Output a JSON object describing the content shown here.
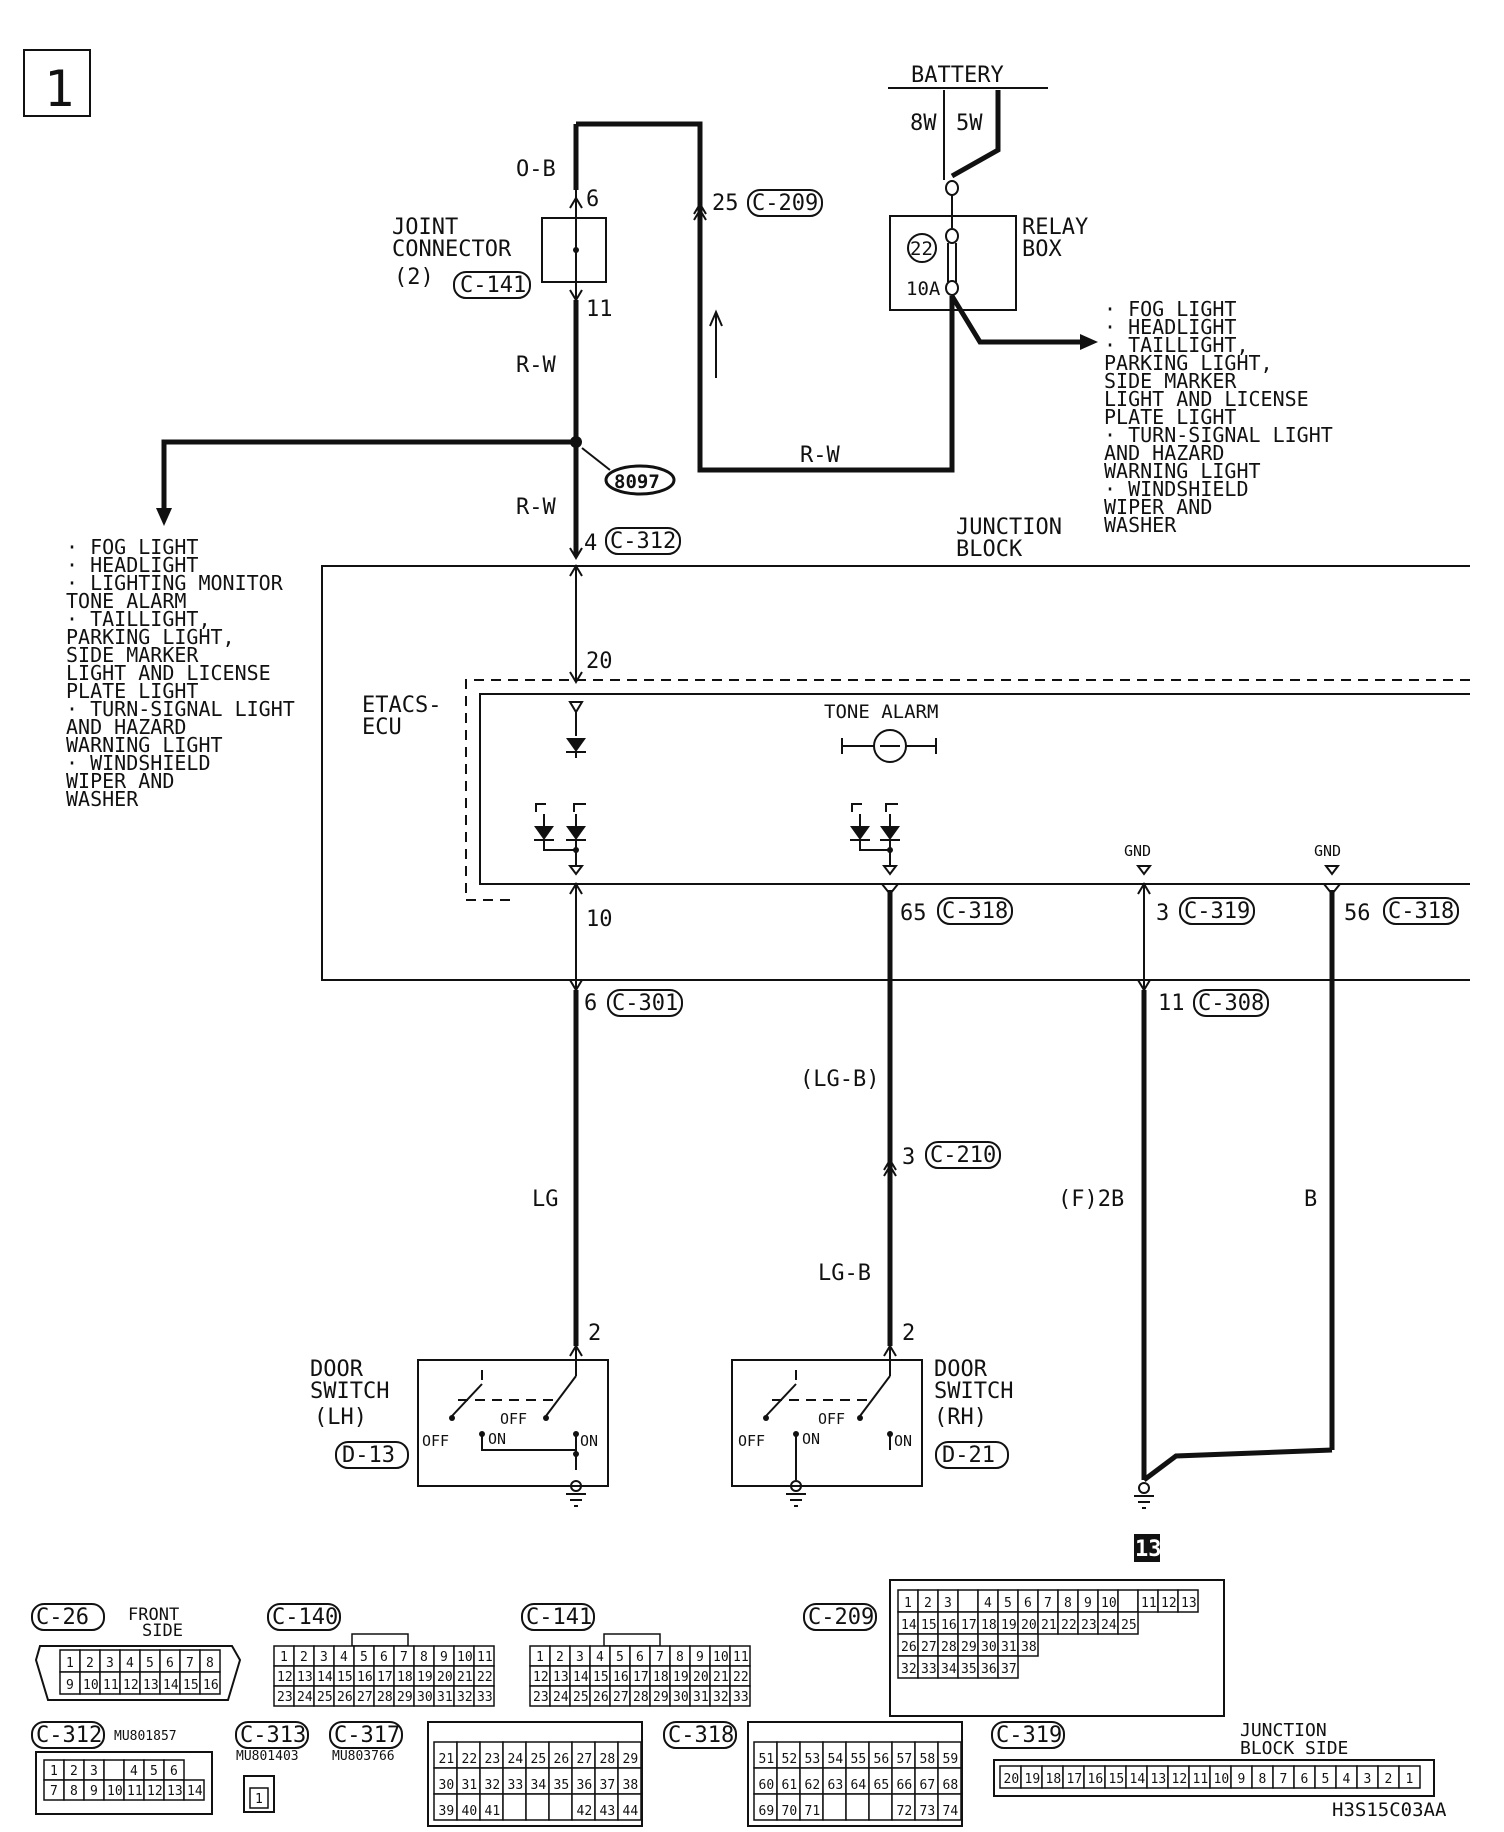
{
  "page_number": "1",
  "battery": {
    "label": "BATTERY",
    "wire_a": "8W",
    "wire_b": "5W"
  },
  "relay_box": {
    "label_1": "RELAY",
    "label_2": "BOX",
    "fuse_no": "22",
    "fuse_rating": "10A"
  },
  "joint_connector": {
    "label_1": "JOINT",
    "label_2": "CONNECTOR",
    "label_3": "(2)",
    "connector": "C-141",
    "pin_top": "6",
    "pin_bottom": "11"
  },
  "wires": {
    "ob": "O-B",
    "rw_top": "R-W",
    "rw_bottom": "R-W",
    "rw_right": "R-W",
    "lg": "LG",
    "lgb_paren": "(LG-B)",
    "lgb": "LG-B",
    "f2b": "(F)2B",
    "b": "B"
  },
  "splice": "8097",
  "connectors": {
    "c209_pin": "25",
    "c209": "C-209",
    "c312_pin": "4",
    "c312": "C-312",
    "etacs_pin": "20",
    "pin_10": "10",
    "c318a_pin": "65",
    "c318a": "C-318",
    "c319_pin": "3",
    "c319": "C-319",
    "c318b_pin": "56",
    "c318b": "C-318",
    "c301_pin": "6",
    "c301": "C-301",
    "c308_pin": "11",
    "c308": "C-308",
    "c210_pin": "3",
    "c210": "C-210"
  },
  "relay_outputs": [
    [
      "· FOG LIGHT"
    ],
    [
      "· HEADLIGHT"
    ],
    [
      "· TAILLIGHT,",
      "  PARKING LIGHT,",
      "  SIDE MARKER",
      "  LIGHT AND LICENSE",
      "  PLATE LIGHT"
    ],
    [
      "· TURN-SIGNAL LIGHT",
      "  AND HAZARD",
      "  WARNING LIGHT"
    ],
    [
      "· WINDSHIELD",
      "  WIPER AND",
      "  WASHER"
    ]
  ],
  "left_outputs": [
    [
      "· FOG LIGHT"
    ],
    [
      "· HEADLIGHT"
    ],
    [
      "· LIGHTING MONITOR",
      "  TONE ALARM"
    ],
    [
      "· TAILLIGHT,",
      "  PARKING LIGHT,",
      "  SIDE MARKER",
      "  LIGHT AND LICENSE",
      "  PLATE LIGHT"
    ],
    [
      "· TURN-SIGNAL LIGHT",
      "  AND HAZARD",
      "  WARNING LIGHT"
    ],
    [
      "· WINDSHIELD",
      "  WIPER AND",
      "  WASHER"
    ]
  ],
  "junction_block": {
    "label_1": "JUNCTION",
    "label_2": "BLOCK"
  },
  "etacs": {
    "label_1": "ETACS-",
    "label_2": "ECU",
    "tone_alarm": "TONE ALARM",
    "gnd_1": "GND",
    "gnd_2": "GND"
  },
  "door_lh": {
    "label_1": "DOOR",
    "label_2": "SWITCH",
    "label_3": "(LH)",
    "connector": "D-13",
    "pin": "2",
    "off_1": "OFF",
    "on_1": "ON",
    "off_2": "OFF",
    "on_2": "ON"
  },
  "door_rh": {
    "label_1": "DOOR",
    "label_2": "SWITCH",
    "label_3": "(RH)",
    "connector": "D-21",
    "pin": "2",
    "off_1": "OFF",
    "on_1": "ON",
    "off_2": "OFF",
    "on_2": "ON"
  },
  "ground_no": "13",
  "connector_views": {
    "c26": {
      "name": "C-26",
      "caption_1": "FRONT",
      "caption_2": "SIDE",
      "rows": [
        [
          "1",
          "2",
          "3",
          "4",
          "5",
          "6",
          "7",
          "8"
        ],
        [
          "9",
          "10",
          "11",
          "12",
          "13",
          "14",
          "15",
          "16"
        ]
      ]
    },
    "c140": {
      "name": "C-140",
      "rows": [
        [
          "1",
          "2",
          "3",
          "4",
          "5",
          "6",
          "7",
          "8",
          "9",
          "10",
          "11"
        ],
        [
          "12",
          "13",
          "14",
          "15",
          "16",
          "17",
          "18",
          "19",
          "20",
          "21",
          "22"
        ],
        [
          "23",
          "24",
          "25",
          "26",
          "27",
          "28",
          "29",
          "30",
          "31",
          "32",
          "33"
        ]
      ]
    },
    "c141": {
      "name": "C-141",
      "rows": [
        [
          "1",
          "2",
          "3",
          "4",
          "5",
          "6",
          "7",
          "8",
          "9",
          "10",
          "11"
        ],
        [
          "12",
          "13",
          "14",
          "15",
          "16",
          "17",
          "18",
          "19",
          "20",
          "21",
          "22"
        ],
        [
          "23",
          "24",
          "25",
          "26",
          "27",
          "28",
          "29",
          "30",
          "31",
          "32",
          "33"
        ]
      ]
    },
    "c209": {
      "name": "C-209",
      "rows": [
        [
          "1",
          "2",
          "3",
          "",
          "4",
          "5",
          "6",
          "7",
          "8",
          "9",
          "10",
          "",
          "11",
          "12",
          "13"
        ],
        [
          "14",
          "15",
          "16",
          "17",
          "18",
          "19",
          "20",
          "21",
          "22",
          "23",
          "24",
          "25"
        ],
        [
          "26",
          "27",
          "28",
          "29",
          "30",
          "31",
          "38"
        ],
        [
          "32",
          "33",
          "34",
          "35",
          "36",
          "37"
        ]
      ]
    },
    "c312": {
      "name": "C-312",
      "part": "MU801857",
      "rows": [
        [
          "1",
          "2",
          "3",
          "",
          "4",
          "5",
          "6"
        ],
        [
          "7",
          "8",
          "9",
          "10",
          "11",
          "12",
          "13",
          "14"
        ]
      ]
    },
    "c313": {
      "name": "C-313",
      "part": "MU801403",
      "rows": [
        [
          "1"
        ]
      ]
    },
    "c317": {
      "name": "C-317",
      "part": "MU803766",
      "rows": [
        [
          "21",
          "22",
          "23",
          "24",
          "25",
          "26",
          "27",
          "28",
          "29"
        ],
        [
          "30",
          "31",
          "32",
          "33",
          "34",
          "35",
          "36",
          "37",
          "38"
        ],
        [
          "39",
          "40",
          "41",
          "",
          "",
          "",
          "42",
          "43",
          "44"
        ]
      ]
    },
    "c318": {
      "name": "C-318",
      "rows": [
        [
          "51",
          "52",
          "53",
          "54",
          "55",
          "56",
          "57",
          "58",
          "59"
        ],
        [
          "60",
          "61",
          "62",
          "63",
          "64",
          "65",
          "66",
          "67",
          "68"
        ],
        [
          "69",
          "70",
          "71",
          "",
          "",
          "",
          "72",
          "73",
          "74"
        ]
      ]
    },
    "c319": {
      "name": "C-319",
      "caption_1": "JUNCTION",
      "caption_2": "BLOCK SIDE",
      "rows": [
        [
          "20",
          "19",
          "18",
          "17",
          "16",
          "15",
          "14",
          "13",
          "12",
          "11",
          "10",
          "9",
          "8",
          "7",
          "6",
          "5",
          "4",
          "3",
          "2",
          "1"
        ]
      ]
    }
  },
  "figure_code": "H3S15C03AA"
}
